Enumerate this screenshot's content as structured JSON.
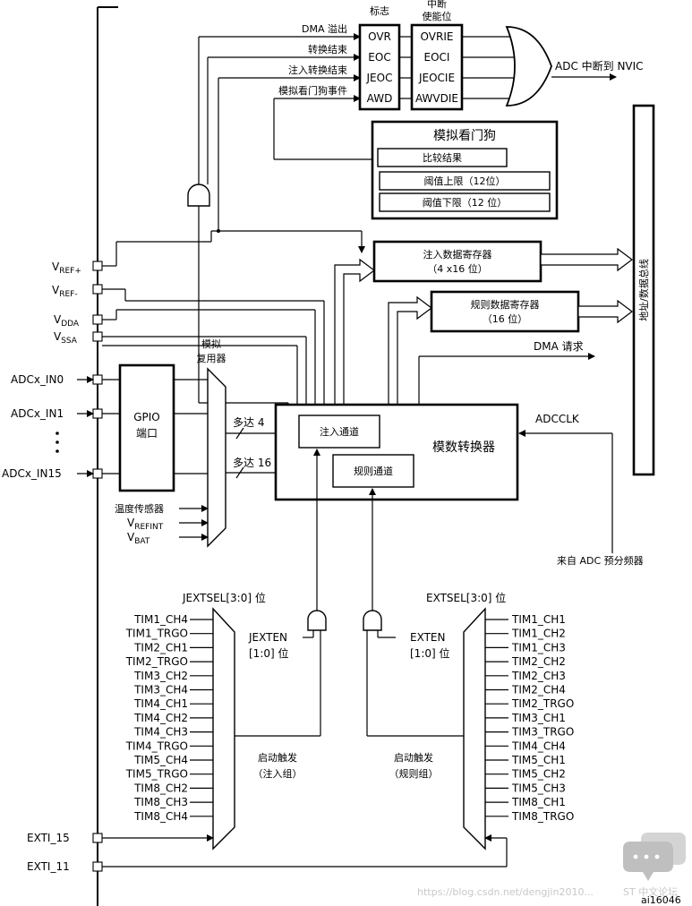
{
  "flags": {
    "header": "标志",
    "items": [
      "OVR",
      "EOC",
      "JEOC",
      "AWD"
    ]
  },
  "interrupt_enable": {
    "header_line1": "中断",
    "header_line2": "使能位",
    "items": [
      "OVRIE",
      "EOCI",
      "JEOCIE",
      "AWVDIE"
    ]
  },
  "event_labels": [
    "DMA 溢出",
    "转换结束",
    "注入转换结束",
    "模拟看门狗事件"
  ],
  "adc_to_nvic": "ADC 中断到 NVIC",
  "watchdog": {
    "title": "模拟看门狗",
    "compare": "比较结果",
    "upper": "阈值上限（12位）",
    "lower": "阈值下限（12 位）"
  },
  "address_bus": "地址/数据总线",
  "injected_reg": {
    "line1": "注入数据寄存器",
    "line2": "（4 x16 位）"
  },
  "regular_reg": {
    "line1": "规则数据寄存器",
    "line2": "（16 位）"
  },
  "dma_request": "DMA 请求",
  "adcclk": "ADCCLK",
  "prescaler": "来自 ADC 预分频器",
  "converter": "模数转换器",
  "injected_channel": "注入通道",
  "regular_channel": "规则通道",
  "up_to_4": "多达 4",
  "up_to_16": "多达 16",
  "mux": {
    "line1": "模拟",
    "line2": "复用器"
  },
  "gpio": {
    "line1": "GPIO",
    "line2": "端口"
  },
  "vref_plus": {
    "main": "V",
    "sub": "REF+"
  },
  "vref_minus": {
    "main": "V",
    "sub": "REF-"
  },
  "vdda": {
    "main": "V",
    "sub": "DDA"
  },
  "vssa": {
    "main": "V",
    "sub": "SSA"
  },
  "inputs": [
    "ADCx_IN0",
    "ADCx_IN1",
    "ADCx_IN15"
  ],
  "temp_sensor": "温度传感器",
  "vrefint": {
    "main": "V",
    "sub": "REFINT"
  },
  "vbat": {
    "main": "V",
    "sub": "BAT"
  },
  "jextsel": "JEXTSEL[3:0] 位",
  "extsel": "EXTSEL[3:0] 位",
  "jexten": {
    "line1": "JEXTEN",
    "line2": "[1:0] 位"
  },
  "exten": {
    "line1": "EXTEN",
    "line2": "[1:0] 位"
  },
  "start_trigger_injected": {
    "line1": "启动触发",
    "line2": "（注入组）"
  },
  "start_trigger_regular": {
    "line1": "启动触发",
    "line2": "（规则组）"
  },
  "injected_triggers": [
    "TIM1_CH4",
    "TIM1_TRGO",
    "TIM2_CH1",
    "TIM2_TRGO",
    "TIM3_CH2",
    "TIM3_CH4",
    "TIM4_CH1",
    "TIM4_CH2",
    "TIM4_CH3",
    "TIM4_TRGO",
    "TIM5_CH4",
    "TIM5_TRGO",
    "TIM8_CH2",
    "TIM8_CH3",
    "TIM8_CH4"
  ],
  "regular_triggers": [
    "TIM1_CH1",
    "TIM1_CH2",
    "TIM1_CH3",
    "TIM2_CH2",
    "TIM2_CH3",
    "TIM2_CH4",
    "TIM2_TRGO",
    "TIM3_CH1",
    "TIM3_TRGO",
    "TIM4_CH4",
    "TIM5_CH1",
    "TIM5_CH2",
    "TIM5_CH3",
    "TIM8_CH1",
    "TIM8_TRGO"
  ],
  "exti15": "EXTI_15",
  "exti11": "EXTI_11",
  "watermark_url": "https://blog.csdn.net/dengjin2010...",
  "watermark_forum": "ST 中文论坛",
  "figure_id": "ai16046"
}
